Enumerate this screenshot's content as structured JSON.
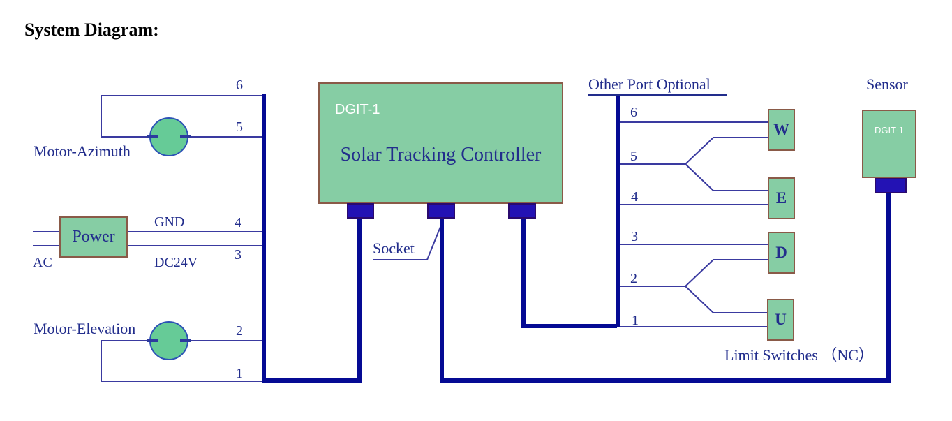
{
  "title": "System Diagram:",
  "left": {
    "motor_azimuth": "Motor-Azimuth",
    "motor_elevation": "Motor-Elevation",
    "power": "Power",
    "ac": "AC",
    "gnd": "GND",
    "dc24v": "DC24V",
    "pins": [
      "6",
      "5",
      "4",
      "3",
      "2",
      "1"
    ]
  },
  "controller": {
    "model": "DGIT-1",
    "name": "Solar Tracking Controller",
    "socket_label": "Socket"
  },
  "right": {
    "header": "Other Port Optional",
    "pins": [
      "6",
      "5",
      "4",
      "3",
      "2",
      "1"
    ],
    "switches": [
      "W",
      "E",
      "D",
      "U"
    ],
    "limit_label": "Limit Switches （NC）",
    "sensor_label": "Sensor",
    "sensor_model": "DGIT-1"
  },
  "colors": {
    "box_green": "#86cda4",
    "box_border_brown": "#8a5a48",
    "navy_text": "#222d8c",
    "thin_wire": "#3a3aa0",
    "thick_wire": "#050a94",
    "socket_blue": "#2312b4",
    "motor_circle": "#66cb97"
  }
}
